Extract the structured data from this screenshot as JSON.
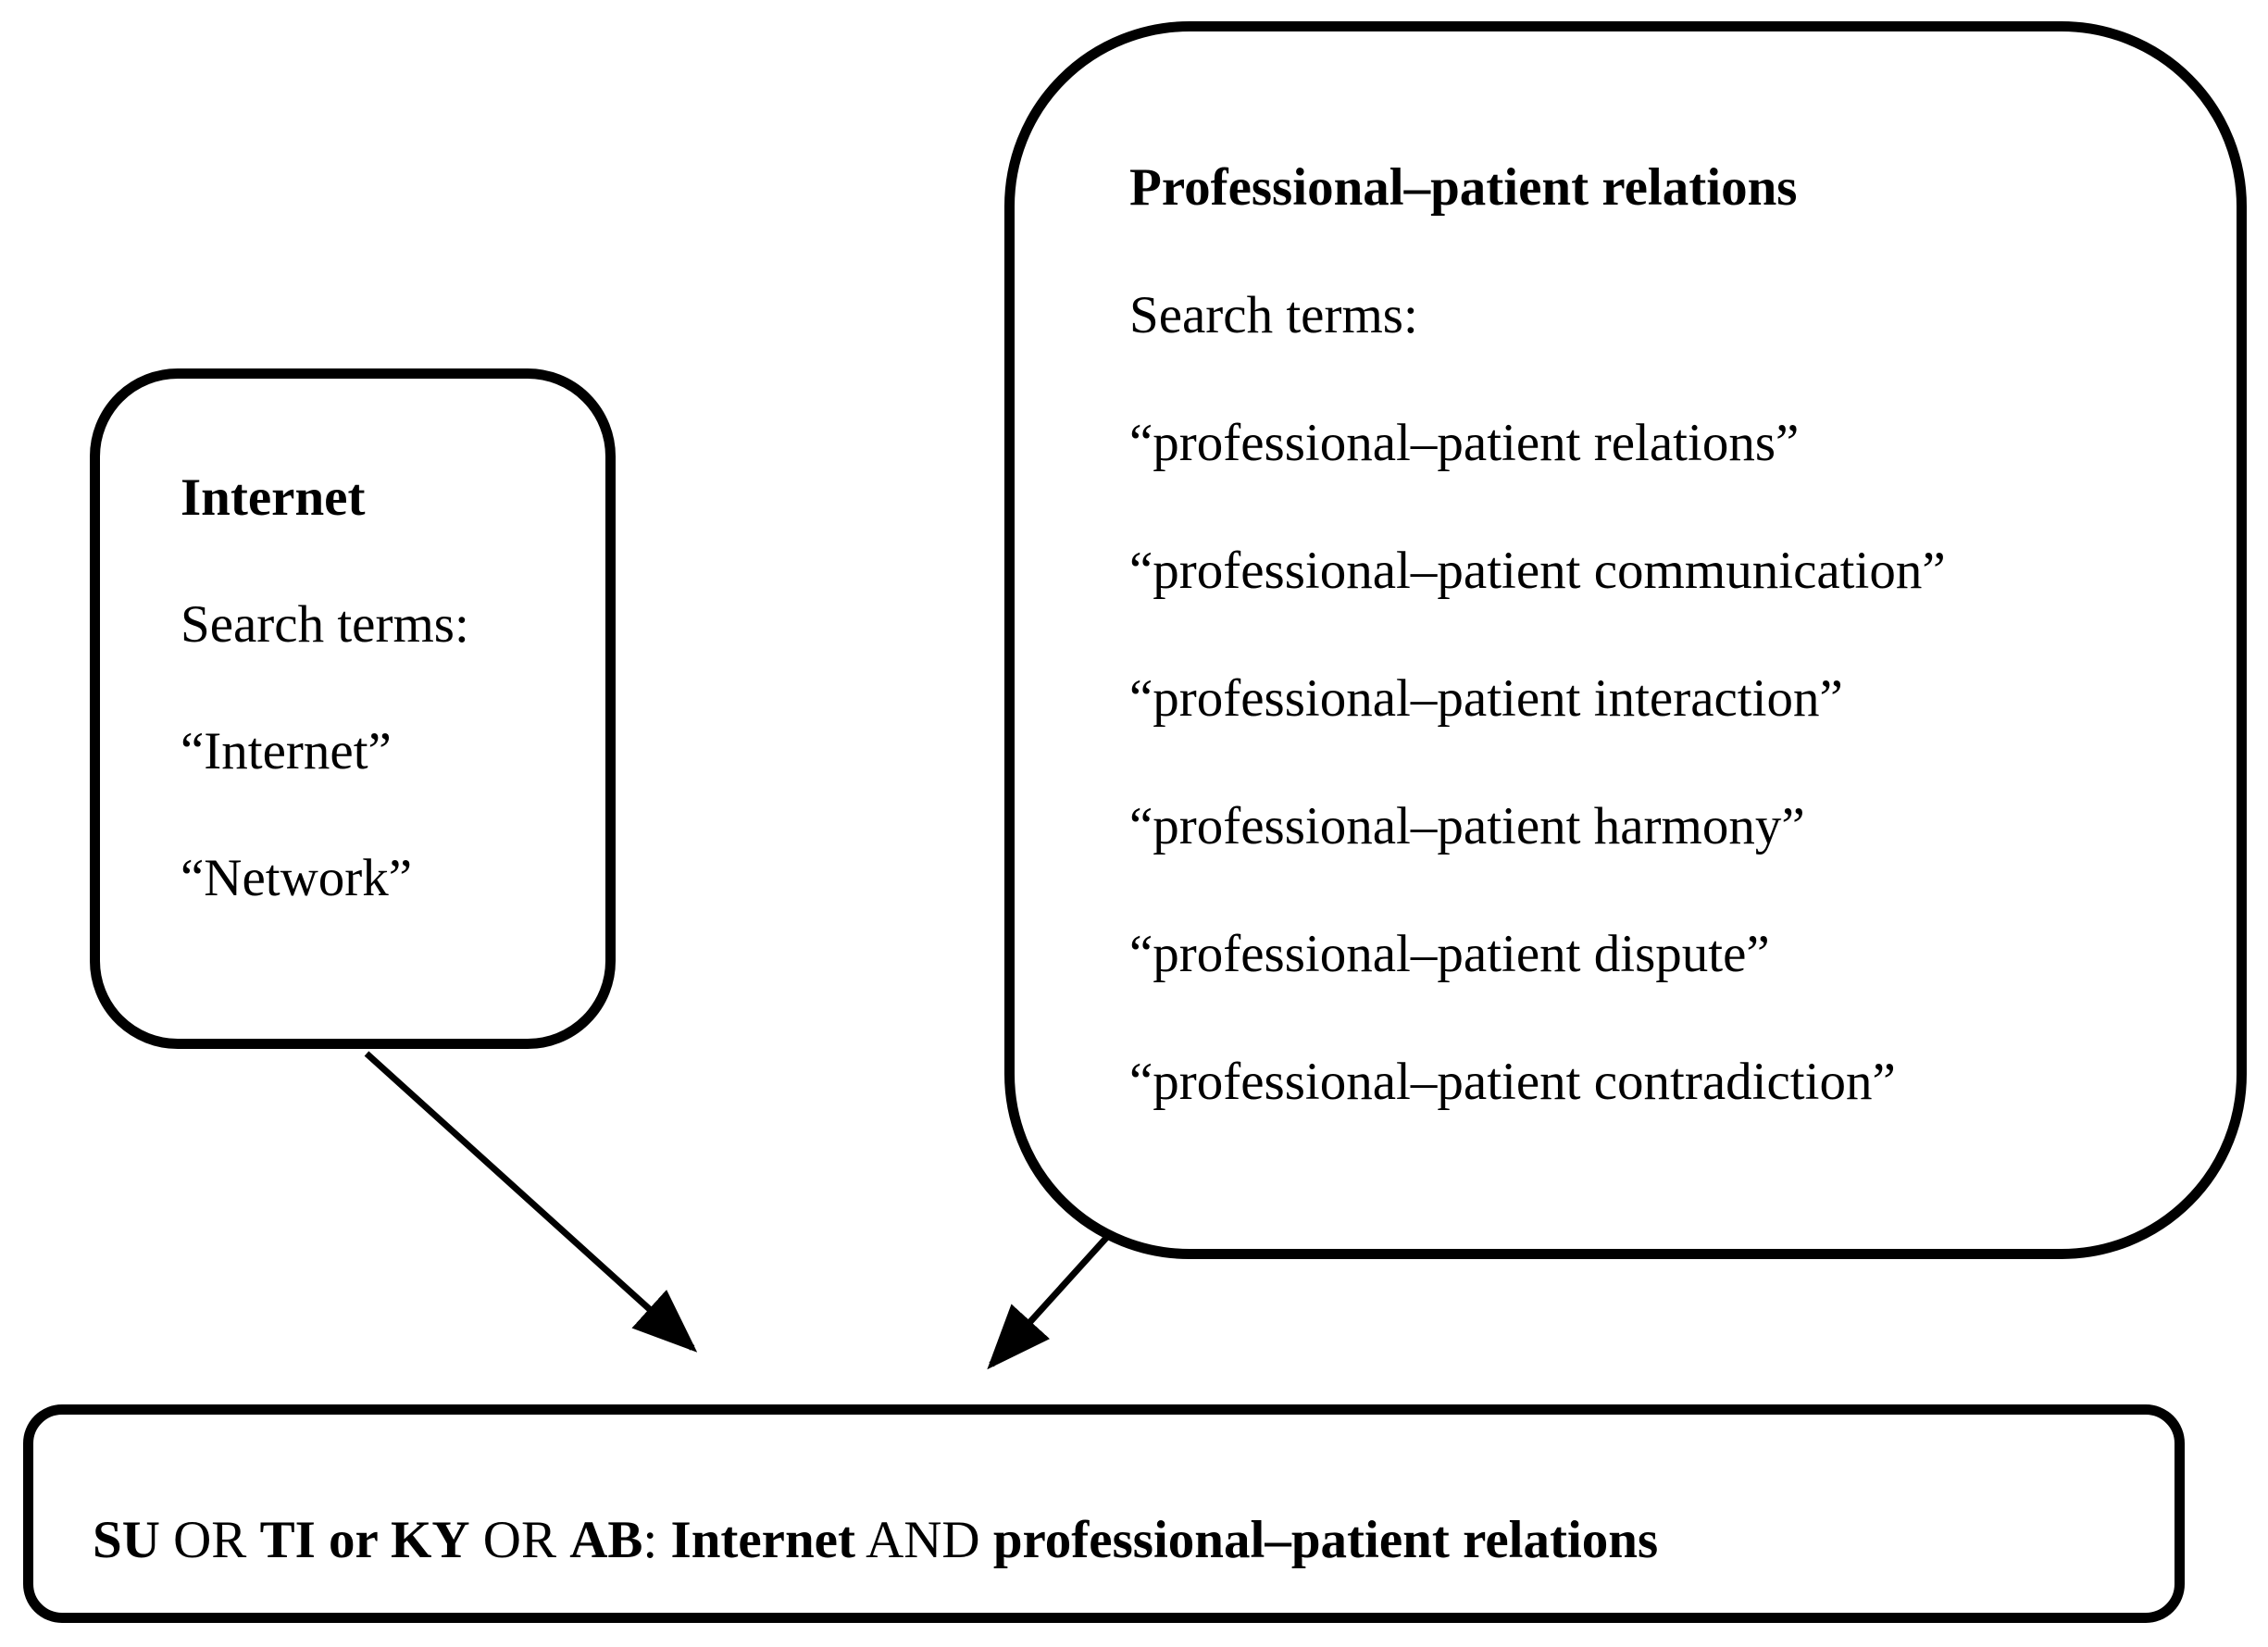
{
  "colors": {
    "ink": "#000000",
    "background": "#ffffff"
  },
  "left_box": {
    "title": "Internet",
    "label": "Search terms:",
    "terms": [
      "“Internet”",
      "“Network”"
    ]
  },
  "right_box": {
    "title": "Professional–patient relations",
    "label": "Search terms:",
    "terms": [
      "“professional–patient relations”",
      "“professional–patient communication”",
      "“professional–patient interaction”",
      "“professional–patient harmony”",
      "“professional–patient dispute”",
      "“professional–patient contradiction”"
    ]
  },
  "query_box": {
    "segments": [
      {
        "text": "SU",
        "bold": true
      },
      {
        "text": " OR ",
        "bold": false
      },
      {
        "text": "TI or KY",
        "bold": true
      },
      {
        "text": " OR ",
        "bold": false
      },
      {
        "text": "AB",
        "bold": true
      },
      {
        "text": ": ",
        "bold": false
      },
      {
        "text": "Internet",
        "bold": true
      },
      {
        "text": " AND ",
        "bold": false
      },
      {
        "text": "professional–patient relations",
        "bold": true
      }
    ]
  }
}
